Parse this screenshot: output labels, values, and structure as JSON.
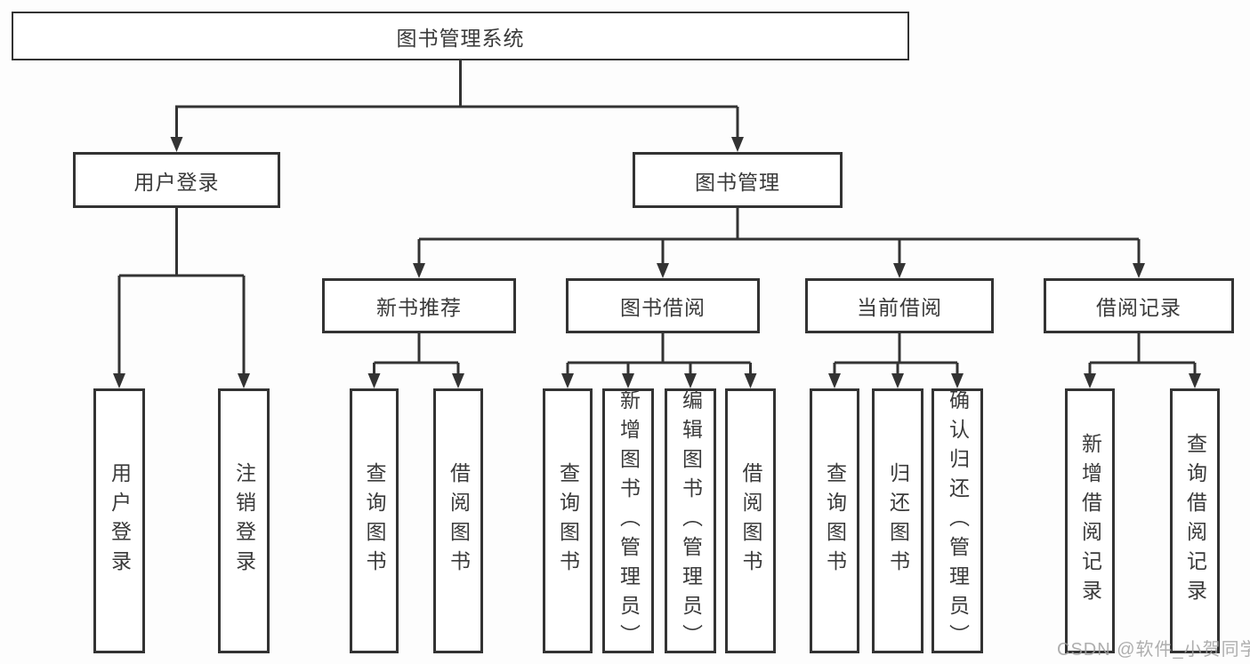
{
  "colors": {
    "line": "#333333",
    "box_border": "#333333",
    "text": "#3a3a3a",
    "background": "#fdfdfd",
    "watermark": "#a0a0a0"
  },
  "watermark": {
    "text": "CSDN @软件_小贺同学"
  },
  "nodes": {
    "root": {
      "label": "图书管理系统"
    },
    "user_login": {
      "label": "用户登录"
    },
    "book_mgmt": {
      "label": "图书管理"
    },
    "new_book_rec": {
      "label": "新书推荐"
    },
    "book_borrow": {
      "label": "图书借阅"
    },
    "current_borrow": {
      "label": "当前借阅"
    },
    "borrow_records": {
      "label": "借阅记录"
    },
    "leaf_user_login": {
      "label": "用户登录"
    },
    "leaf_logout": {
      "label": "注销登录"
    },
    "leaf_query_book_a": {
      "label": "查询图书"
    },
    "leaf_borrow_book_a": {
      "label": "借阅图书"
    },
    "leaf_query_book_b": {
      "label": "查询图书"
    },
    "leaf_add_book": {
      "label": "新增图书（管理员）"
    },
    "leaf_edit_book": {
      "label": "编辑图书（管理员）"
    },
    "leaf_borrow_book_b": {
      "label": "借阅图书"
    },
    "leaf_query_book_c": {
      "label": "查询图书"
    },
    "leaf_return_book": {
      "label": "归还图书"
    },
    "leaf_confirm_return": {
      "label": "确认归还（管理员）"
    },
    "leaf_add_record": {
      "label": "新增借阅记录"
    },
    "leaf_query_record": {
      "label": "查询借阅记录"
    }
  },
  "hierarchy": {
    "图书管理系统": {
      "用户登录": [
        "用户登录",
        "注销登录"
      ],
      "图书管理": {
        "新书推荐": [
          "查询图书",
          "借阅图书"
        ],
        "图书借阅": [
          "查询图书",
          "新增图书（管理员）",
          "编辑图书（管理员）",
          "借阅图书"
        ],
        "当前借阅": [
          "查询图书",
          "归还图书",
          "确认归还（管理员）"
        ],
        "借阅记录": [
          "新增借阅记录",
          "查询借阅记录"
        ]
      }
    }
  }
}
